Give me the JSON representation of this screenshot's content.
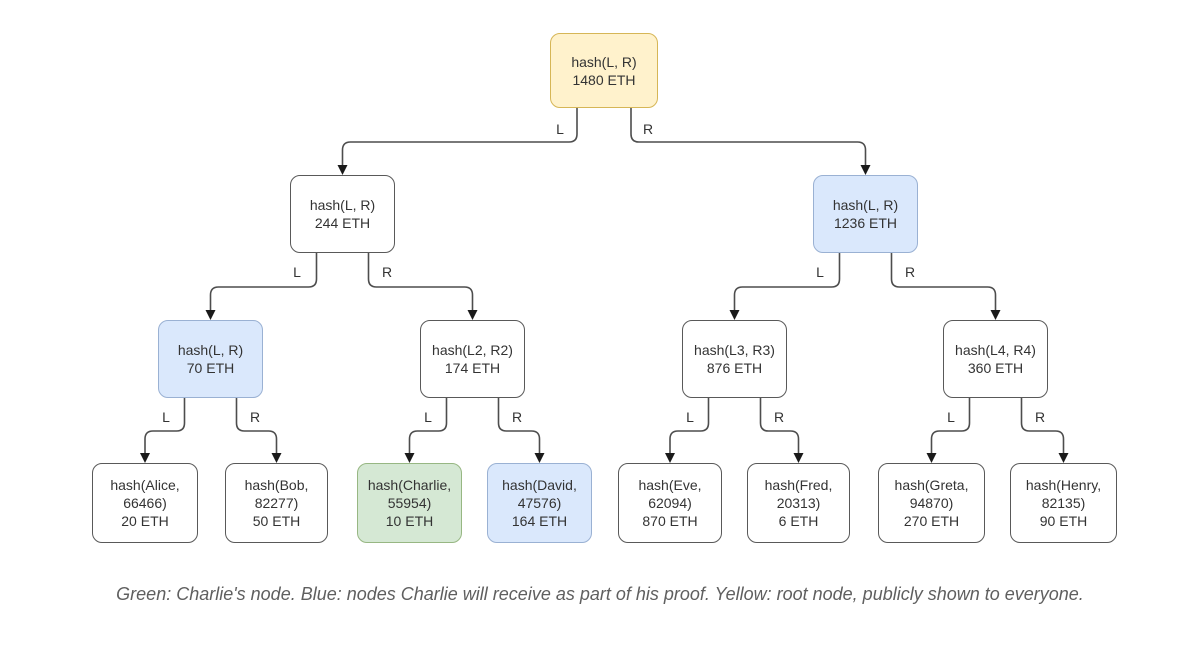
{
  "palette": {
    "yellow_fill": "#fff2cc",
    "yellow_border": "#d6b656",
    "blue_fill": "#dae8fc",
    "blue_border": "#9ab1d3",
    "green_fill": "#d5e8d4",
    "green_border": "#97b783",
    "white_fill": "#ffffff",
    "node_border": "#595959",
    "edge_color": "#4d4d4d",
    "text_color": "#333333",
    "caption_color": "#5f5f5f"
  },
  "tree": {
    "nodes": [
      {
        "id": "root",
        "label": "hash(L, R)",
        "value": "1480 ETH",
        "color": "yellow"
      },
      {
        "id": "l",
        "label": "hash(L, R)",
        "value": "244 ETH",
        "color": "white"
      },
      {
        "id": "r",
        "label": "hash(L, R)",
        "value": "1236 ETH",
        "color": "blue"
      },
      {
        "id": "ll",
        "label": "hash(L, R)",
        "value": "70 ETH",
        "color": "blue"
      },
      {
        "id": "lr",
        "label": "hash(L2, R2)",
        "value": "174 ETH",
        "color": "white"
      },
      {
        "id": "rl",
        "label": "hash(L3, R3)",
        "value": "876 ETH",
        "color": "white"
      },
      {
        "id": "rr",
        "label": "hash(L4, R4)",
        "value": "360 ETH",
        "color": "white"
      },
      {
        "id": "alice",
        "label": "hash(Alice,\n66466)",
        "value": "20 ETH",
        "color": "white"
      },
      {
        "id": "bob",
        "label": "hash(Bob,\n82277)",
        "value": "50 ETH",
        "color": "white"
      },
      {
        "id": "charlie",
        "label": "hash(Charlie,\n55954)",
        "value": "10 ETH",
        "color": "green"
      },
      {
        "id": "david",
        "label": "hash(David,\n47576)",
        "value": "164 ETH",
        "color": "blue"
      },
      {
        "id": "eve",
        "label": "hash(Eve,\n62094)",
        "value": "870 ETH",
        "color": "white"
      },
      {
        "id": "fred",
        "label": "hash(Fred,\n20313)",
        "value": "6 ETH",
        "color": "white"
      },
      {
        "id": "greta",
        "label": "hash(Greta,\n94870)",
        "value": "270 ETH",
        "color": "white"
      },
      {
        "id": "henry",
        "label": "hash(Henry,\n82135)",
        "value": "90 ETH",
        "color": "white"
      }
    ],
    "edges": [
      {
        "from": "root",
        "to": "l",
        "label": "L"
      },
      {
        "from": "root",
        "to": "r",
        "label": "R"
      },
      {
        "from": "l",
        "to": "ll",
        "label": "L"
      },
      {
        "from": "l",
        "to": "lr",
        "label": "R"
      },
      {
        "from": "r",
        "to": "rl",
        "label": "L"
      },
      {
        "from": "r",
        "to": "rr",
        "label": "R"
      },
      {
        "from": "ll",
        "to": "alice",
        "label": "L"
      },
      {
        "from": "ll",
        "to": "bob",
        "label": "R"
      },
      {
        "from": "lr",
        "to": "charlie",
        "label": "L"
      },
      {
        "from": "lr",
        "to": "david",
        "label": "R"
      },
      {
        "from": "rl",
        "to": "eve",
        "label": "L"
      },
      {
        "from": "rl",
        "to": "fred",
        "label": "R"
      },
      {
        "from": "rr",
        "to": "greta",
        "label": "L"
      },
      {
        "from": "rr",
        "to": "henry",
        "label": "R"
      }
    ]
  },
  "legend_caption": "Green: Charlie's node. Blue: nodes Charlie will receive as part of his proof. Yellow: root node, publicly shown to everyone."
}
